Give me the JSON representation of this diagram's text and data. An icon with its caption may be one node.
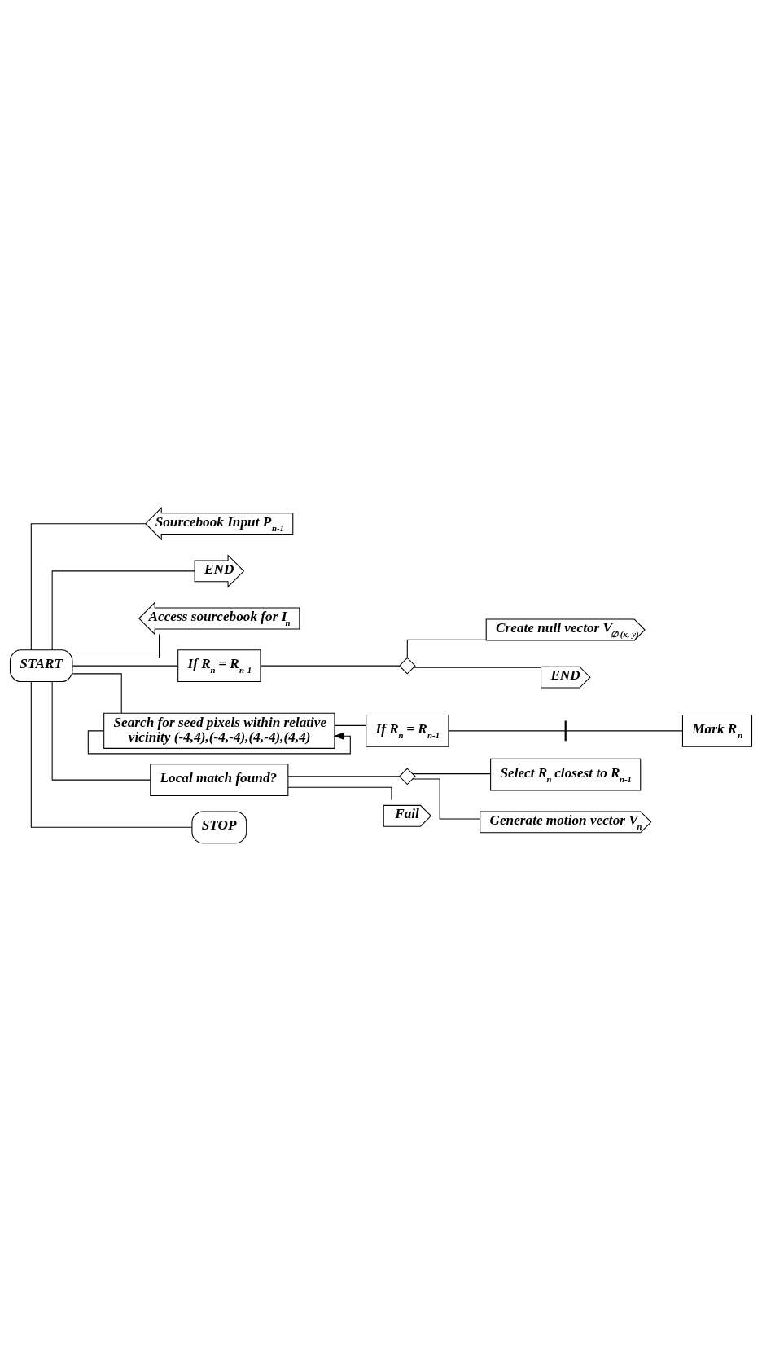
{
  "diagram": {
    "nodes": [
      {
        "text": [
          "START"
        ]
      },
      {
        "text": [
          "Sourcebook Input P$_{n-1}$"
        ]
      },
      {
        "text": [
          "END"
        ]
      },
      {
        "text": [
          "Access sourcebook for I$_{n}$"
        ]
      },
      {
        "text": [
          "If R$_{n}$ = R$_{n-1}$"
        ]
      },
      {
        "text": [],
        "shape": "diamond"
      },
      {
        "text": [
          "Create null vector V$_{∅ (x, y)}$"
        ]
      },
      {
        "text": [
          "END"
        ]
      },
      {
        "text": [
          "Search for seed pixels within relative vicinity (-4,4),(-4,-4),(4,-4),(4,4)"
        ]
      },
      {
        "text": [
          "If R$_{n}$ = R$_{n-1}$"
        ]
      },
      {
        "text": [],
        "shape": "bar"
      },
      {
        "text": [
          "Mark R$_{n}$"
        ]
      },
      {
        "text": [
          "Local match found?"
        ]
      },
      {
        "text": [],
        "shape": "diamond"
      },
      {
        "text": [
          "Select R$_{n}$ closest to R$_{n-1}$"
        ]
      },
      {
        "text": [
          "Generate motion vector V$_{n}$"
        ]
      },
      {
        "text": [
          "Fail"
        ]
      },
      {
        "text": [
          "STOP"
        ]
      }
    ],
    "edges": [
      {
        "from": 0,
        "to": 2,
        "arrow": "none"
      },
      {
        "from": 0,
        "to": 1,
        "arrow": "none"
      },
      {
        "from": 0,
        "to": 3,
        "arrow": "none"
      },
      {
        "from": 0,
        "to": 4,
        "arrow": "none"
      },
      {
        "from": 4,
        "to": 5,
        "arrow": "none"
      },
      {
        "from": 5,
        "to": 6,
        "arrow": "none"
      },
      {
        "from": 5,
        "to": 7,
        "arrow": "none"
      },
      {
        "from": 0,
        "to": 8,
        "arrow": "none"
      },
      {
        "from": 8,
        "to": 9,
        "arrow": "none"
      },
      {
        "from": 9,
        "to": 10,
        "arrow": "none"
      },
      {
        "from": 10,
        "to": 11,
        "arrow": "none"
      },
      {
        "from": 8,
        "to": 8,
        "arrow": "to"
      },
      {
        "from": 0,
        "to": 12,
        "arrow": "none"
      },
      {
        "from": 12,
        "to": 13,
        "arrow": "none"
      },
      {
        "from": 13,
        "to": 14,
        "arrow": "none"
      },
      {
        "from": 13,
        "to": 15,
        "arrow": "none"
      },
      {
        "from": 12,
        "to": 16,
        "arrow": "none"
      },
      {
        "from": 0,
        "to": 17,
        "arrow": "none"
      }
    ]
  }
}
